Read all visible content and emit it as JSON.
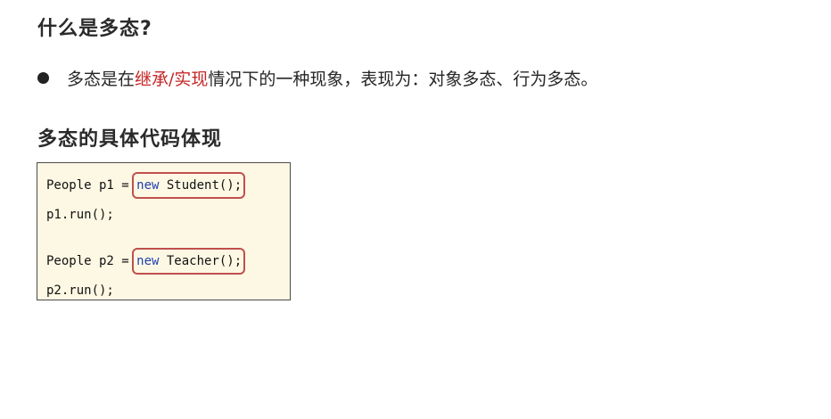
{
  "section1": {
    "title": "什么是多态?"
  },
  "bullet": {
    "text_before": "多态是在",
    "highlight": "继承/实现",
    "text_after": "情况下的一种现象，表现为：对象多态、行为多态。",
    "highlight_color": "#c62828"
  },
  "section2": {
    "title": "多态的具体代码体现"
  },
  "code": {
    "lines": [
      {
        "prefix": "People p1 = ",
        "keyword": "new",
        "rest": " Student();",
        "boxed": true
      },
      {
        "text": "p1.run();"
      },
      {
        "prefix": "People p2 = ",
        "keyword": "new",
        "rest": " Teacher();",
        "boxed": true
      },
      {
        "text": "p2.run();"
      }
    ],
    "keyword_color": "#1f3fb0",
    "box_color": "#c0504d",
    "background": "#fdf8e4"
  }
}
